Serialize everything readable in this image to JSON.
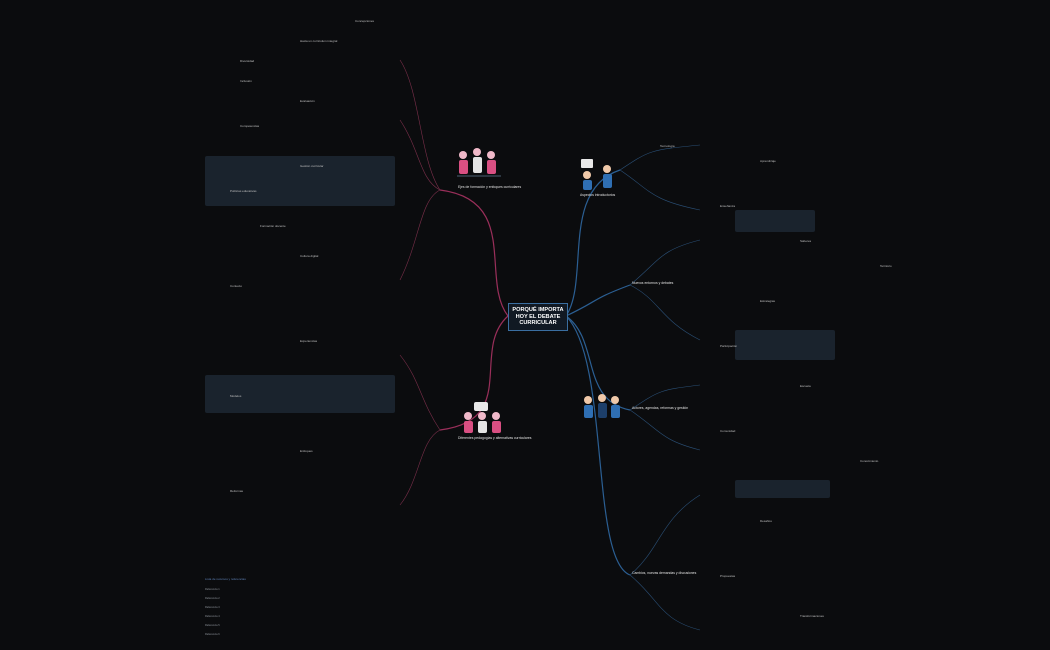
{
  "root": {
    "title": "PORQUÉ IMPORTA HOY EL DEBATE CURRICULAR"
  },
  "branches": [
    {
      "id": "b1",
      "label": "Aspectos introductorios"
    },
    {
      "id": "b2",
      "label": "Ejes de formación y enfoques curriculares"
    },
    {
      "id": "b3",
      "label": "Diferentes pedagogías y alternativas curriculares"
    },
    {
      "id": "b4",
      "label": "Nuevos entornos y debates"
    },
    {
      "id": "b5",
      "label": "Actores, agendas, reformas y gestión"
    },
    {
      "id": "b6",
      "label": "Cambios, nuevas demandas y discusiones"
    }
  ],
  "nodes": [
    {
      "t": "Concepciones"
    },
    {
      "t": "Hacia un currículum integral"
    },
    {
      "t": "Diversidad"
    },
    {
      "t": "Inclusión"
    },
    {
      "t": "Evaluación"
    },
    {
      "t": "Competencias"
    },
    {
      "t": "Gestión curricular"
    },
    {
      "t": "Políticas educativas"
    },
    {
      "t": "Formación docente"
    },
    {
      "t": "Cultura digital"
    },
    {
      "t": "Contexto"
    },
    {
      "t": "Experiencias"
    },
    {
      "t": "Modelos"
    },
    {
      "t": "Enfoques"
    },
    {
      "t": "Reformas"
    },
    {
      "t": "Tecnología"
    },
    {
      "t": "Aprendizaje"
    },
    {
      "t": "Enseñanza"
    },
    {
      "t": "Saberes"
    },
    {
      "t": "Territorio"
    },
    {
      "t": "Estrategias"
    },
    {
      "t": "Participación"
    },
    {
      "t": "Escuela"
    },
    {
      "t": "Comunidad"
    },
    {
      "t": "Conocimiento"
    },
    {
      "t": "Desafíos"
    },
    {
      "t": "Propuestas"
    },
    {
      "t": "Transformaciones"
    }
  ],
  "references": {
    "heading": "Lista de recursos y referencias",
    "items": [
      "Referencia 1",
      "Referencia 2",
      "Referencia 3",
      "Referencia 4",
      "Referencia 5",
      "Referencia 6"
    ]
  }
}
